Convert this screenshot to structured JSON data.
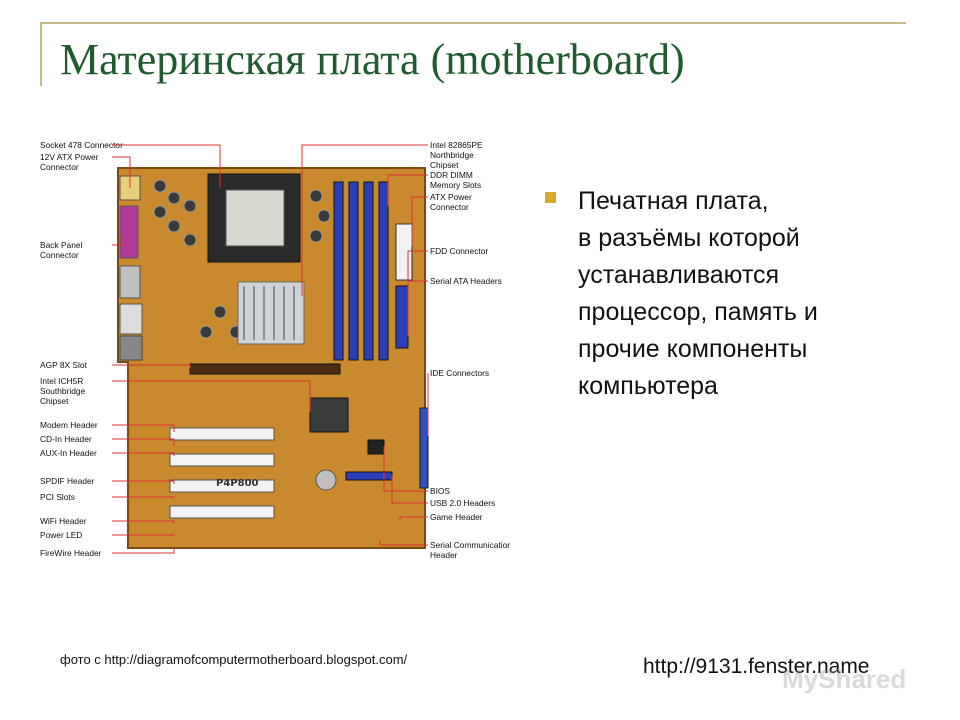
{
  "slide": {
    "title": "Материнская плата (motherboard)",
    "bullet": "Печатная плата,\nв разъёмы которой устанавливаются процессор, память и прочие компоненты компьютера",
    "caption": "фото с http://diagramofcomputermotherboard.blogspot.com/",
    "source_url": "http://9131.fenster.name",
    "watermark": "MyShared"
  },
  "diagram": {
    "left_labels": [
      [
        "Socket 478 Connector"
      ],
      [
        "12V ATX Power",
        "Connector"
      ],
      [
        "Back Panel",
        "Connector"
      ],
      [
        "AGP 8X Slot"
      ],
      [
        "Intel ICH5R",
        "Southbridge",
        "Chipset"
      ],
      [
        "Modem Header"
      ],
      [
        "CD-In Header"
      ],
      [
        "AUX-In Header"
      ],
      [
        "SPDIF Header"
      ],
      [
        "PCI Slots"
      ],
      [
        "WiFi Header"
      ],
      [
        "Power LED"
      ],
      [
        "FireWire Header"
      ]
    ],
    "right_labels": [
      [
        "Intel 82865PE",
        "Northbridge",
        "Chipset"
      ],
      [
        "DDR DIMM",
        "Memory Slots"
      ],
      [
        "ATX Power",
        "Connector"
      ],
      [
        "FDD Connector"
      ],
      [
        "Serial ATA Headers"
      ],
      [
        "IDE Connectors"
      ],
      [
        "BIOS"
      ],
      [
        "USB 2.0 Headers"
      ],
      [
        "Game Header"
      ],
      [
        "Serial Communications",
        "Header"
      ]
    ],
    "board_text": "P4P800",
    "colors": {
      "pcb": "#c98a2e",
      "pcb_dark": "#7a4a12",
      "dimm": "#2a3fb8",
      "pci": "#f3f3f3",
      "leader": "#e03030"
    }
  }
}
